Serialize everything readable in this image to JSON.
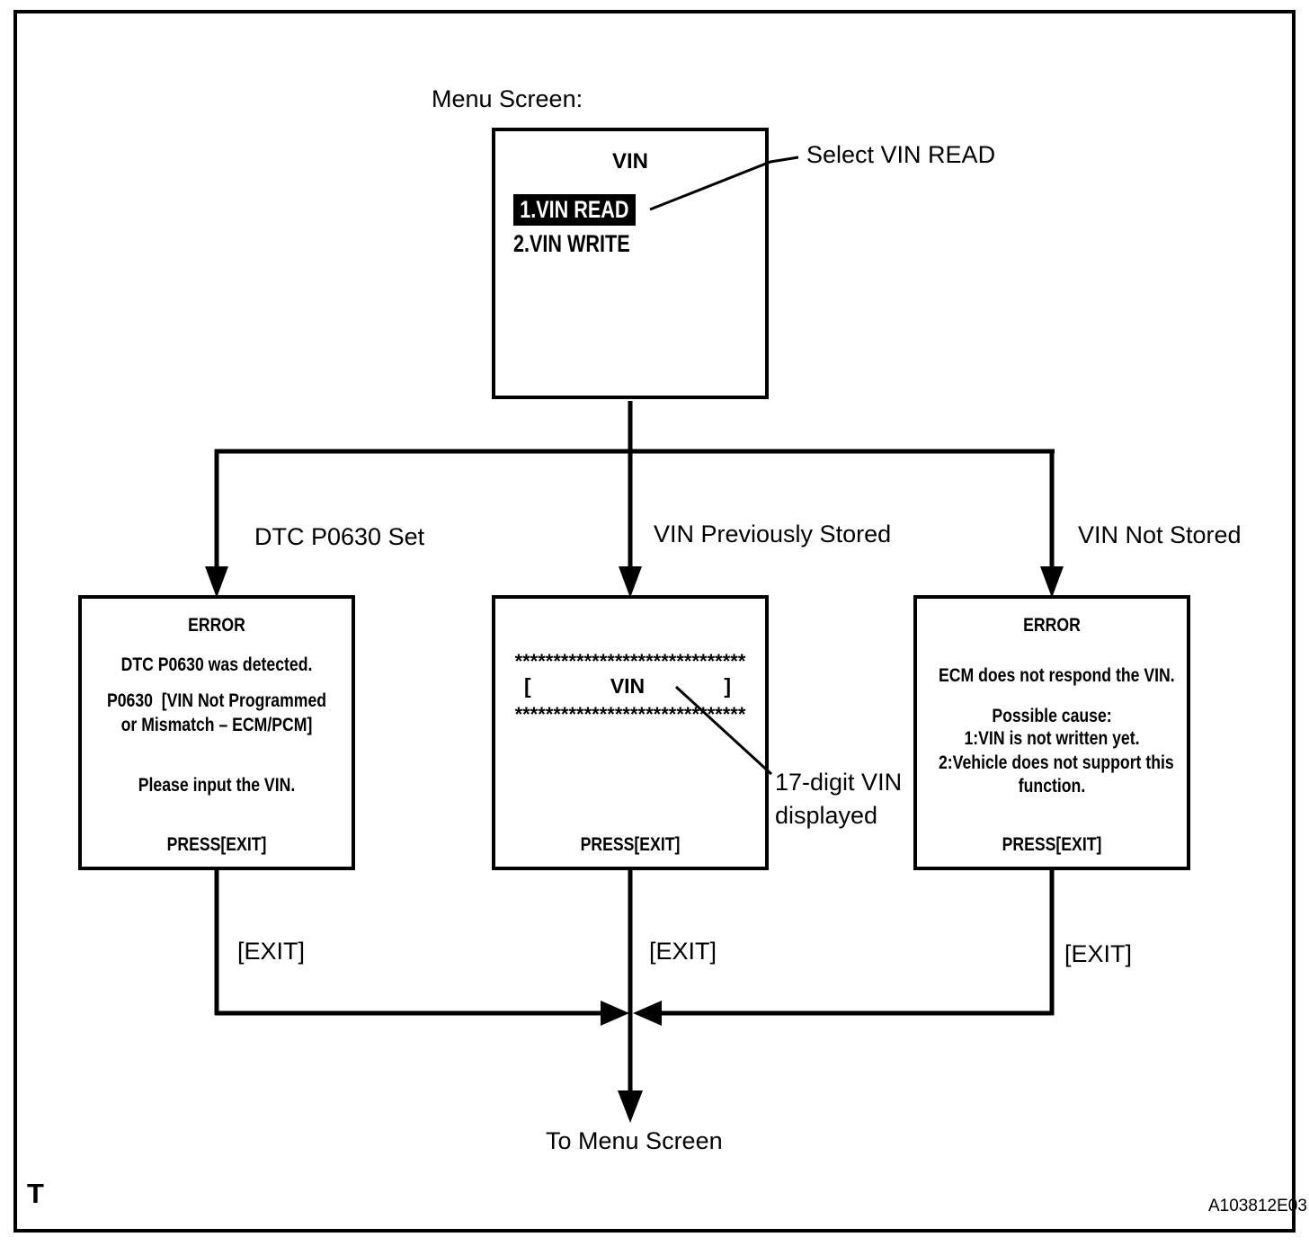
{
  "figure": {
    "menu_screen_label": "Menu Screen:",
    "menu": {
      "title": "VIN",
      "item_read": "1.VIN READ",
      "item_write": "2.VIN WRITE"
    },
    "select_note": "Select VIN READ",
    "branch_labels": {
      "left": "DTC P0630 Set",
      "center": "VIN Previously Stored",
      "right": "VIN Not Stored"
    },
    "left_screen": {
      "title": "ERROR",
      "line1": "DTC P0630 was detected.",
      "line2a": "P0630  [VIN Not Programmed",
      "line2b": "or Mismatch – ECM/PCM]",
      "line3": "Please input the VIN.",
      "footer": "PRESS[EXIT]"
    },
    "center_screen": {
      "stars_top": "******************************",
      "bracket_open": "[",
      "label": "VIN",
      "bracket_close": "]",
      "stars_bottom": "******************************",
      "footer": "PRESS[EXIT]"
    },
    "right_screen": {
      "title": "ERROR",
      "line1": "ECM does not respond the VIN.",
      "line2": "Possible cause:",
      "line3": "1:VIN is not written yet.",
      "line4a": "2:Vehicle does not support this",
      "line4b": "function.",
      "footer": "PRESS[EXIT]"
    },
    "vin_note_line1": "17-digit VIN",
    "vin_note_line2": "displayed",
    "exit_left": "[EXIT]",
    "exit_center": "[EXIT]",
    "exit_right": "[EXIT]",
    "to_menu_label": "To Menu Screen",
    "corner_letter": "T",
    "figure_code": "A103812E03",
    "colors": {
      "ink": "#000000",
      "paper": "#ffffff",
      "highlight_bg": "#000000",
      "highlight_text": "#ffffff"
    }
  }
}
